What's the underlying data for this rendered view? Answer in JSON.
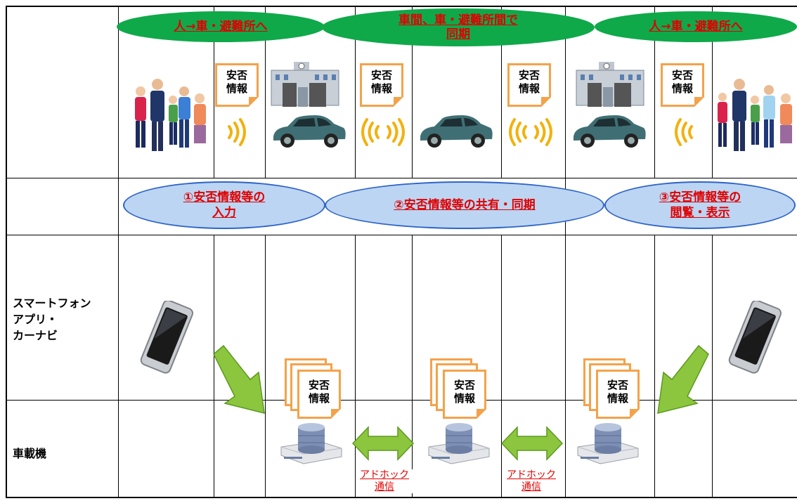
{
  "banners": {
    "left": "人→車・避難所へ",
    "middle_line1": "車間、車・避難所間で",
    "middle_line2": "同期",
    "right": "人→車・避難所へ"
  },
  "info_doc": {
    "line1": "安否",
    "line2": "情報"
  },
  "steps": {
    "step1_line1": "①安否情報等の",
    "step1_line2": "入力",
    "step2": "②安否情報等の共有・同期",
    "step3_line1": "③安否情報等の",
    "step3_line2": "閲覧・表示"
  },
  "row_labels": {
    "smartphone_line1": "スマートフォン",
    "smartphone_line2": "アプリ・",
    "smartphone_line3": "カーナビ",
    "onboard": "車載機"
  },
  "adhoc": {
    "line1": "アドホック",
    "line2": "通信"
  },
  "colors": {
    "banner_green": "#0fa94a",
    "step_fill": "#bcd5f2",
    "step_border": "#2e64c8",
    "label_red": "#e00000",
    "doc_orange": "#f4a24a",
    "arrow_green": "#8cc63f",
    "car_teal": "#3f6f74"
  },
  "icons": [
    "people-icon",
    "building-icon",
    "car-icon",
    "radio-wave-icon",
    "smartphone-icon",
    "server-icon",
    "document-icon",
    "arrow-icon"
  ]
}
